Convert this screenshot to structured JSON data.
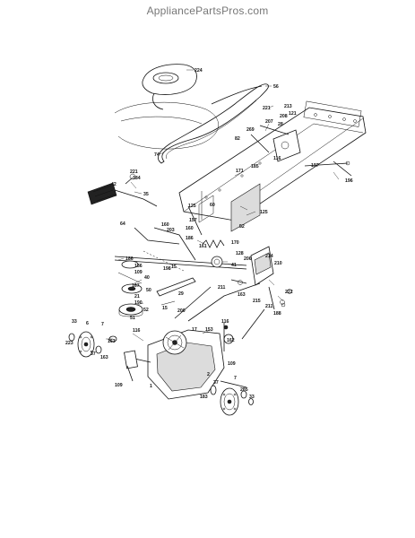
{
  "header": {
    "site_name": "AppliancePartsPros.com"
  },
  "part_labels": [
    {
      "id": "224",
      "text": "224"
    },
    {
      "id": "56",
      "text": "56"
    },
    {
      "id": "74",
      "text": "74"
    },
    {
      "id": "213",
      "text": "213"
    },
    {
      "id": "221a",
      "text": "221"
    },
    {
      "id": "208",
      "text": "208"
    },
    {
      "id": "207",
      "text": "207"
    },
    {
      "id": "121",
      "text": "121"
    },
    {
      "id": "269",
      "text": "269"
    },
    {
      "id": "28",
      "text": "28"
    },
    {
      "id": "82",
      "text": "82"
    },
    {
      "id": "116a",
      "text": "116"
    },
    {
      "id": "185",
      "text": "185"
    },
    {
      "id": "197",
      "text": "197"
    },
    {
      "id": "196",
      "text": "196"
    },
    {
      "id": "171",
      "text": "171"
    },
    {
      "id": "221b",
      "text": "221"
    },
    {
      "id": "184",
      "text": "184"
    },
    {
      "id": "42",
      "text": "42"
    },
    {
      "id": "35",
      "text": "35"
    },
    {
      "id": "125a",
      "text": "125"
    },
    {
      "id": "60",
      "text": "60"
    },
    {
      "id": "125b",
      "text": "125"
    },
    {
      "id": "64",
      "text": "64"
    },
    {
      "id": "160a",
      "text": "160"
    },
    {
      "id": "157",
      "text": "157"
    },
    {
      "id": "203",
      "text": "203"
    },
    {
      "id": "160b",
      "text": "160"
    },
    {
      "id": "186a",
      "text": "186"
    },
    {
      "id": "52a",
      "text": "52"
    },
    {
      "id": "161",
      "text": "161"
    },
    {
      "id": "170",
      "text": "170"
    },
    {
      "id": "186b",
      "text": "186"
    },
    {
      "id": "198",
      "text": "198"
    },
    {
      "id": "15",
      "text": "15"
    },
    {
      "id": "41",
      "text": "41"
    },
    {
      "id": "206",
      "text": "206"
    },
    {
      "id": "128",
      "text": "128"
    },
    {
      "id": "214",
      "text": "214"
    },
    {
      "id": "210",
      "text": "210"
    },
    {
      "id": "186c",
      "text": "186"
    },
    {
      "id": "109a",
      "text": "109"
    },
    {
      "id": "40",
      "text": "40"
    },
    {
      "id": "167",
      "text": "167"
    },
    {
      "id": "50",
      "text": "50"
    },
    {
      "id": "21",
      "text": "21"
    },
    {
      "id": "190",
      "text": "190"
    },
    {
      "id": "52b",
      "text": "52"
    },
    {
      "id": "51",
      "text": "51"
    },
    {
      "id": "29",
      "text": "29"
    },
    {
      "id": "15b",
      "text": "15"
    },
    {
      "id": "200",
      "text": "200"
    },
    {
      "id": "211a",
      "text": "211"
    },
    {
      "id": "215",
      "text": "215"
    },
    {
      "id": "211b",
      "text": "211"
    },
    {
      "id": "222",
      "text": "222"
    },
    {
      "id": "188",
      "text": "188"
    },
    {
      "id": "163a",
      "text": "163"
    },
    {
      "id": "33",
      "text": "33"
    },
    {
      "id": "223",
      "text": "223"
    },
    {
      "id": "6",
      "text": "6"
    },
    {
      "id": "7a",
      "text": "7"
    },
    {
      "id": "116b",
      "text": "116"
    },
    {
      "id": "153",
      "text": "153"
    },
    {
      "id": "17",
      "text": "17"
    },
    {
      "id": "116c",
      "text": "116"
    },
    {
      "id": "162",
      "text": "162"
    },
    {
      "id": "163b",
      "text": "163"
    },
    {
      "id": "37a",
      "text": "37"
    },
    {
      "id": "163c",
      "text": "163"
    },
    {
      "id": "109b",
      "text": "109"
    },
    {
      "id": "109c",
      "text": "109"
    },
    {
      "id": "1",
      "text": "1"
    },
    {
      "id": "2",
      "text": "2"
    },
    {
      "id": "37b",
      "text": "37"
    },
    {
      "id": "183",
      "text": "183"
    },
    {
      "id": "7b",
      "text": "7"
    },
    {
      "id": "285",
      "text": "285"
    },
    {
      "id": "33b",
      "text": "33"
    }
  ]
}
